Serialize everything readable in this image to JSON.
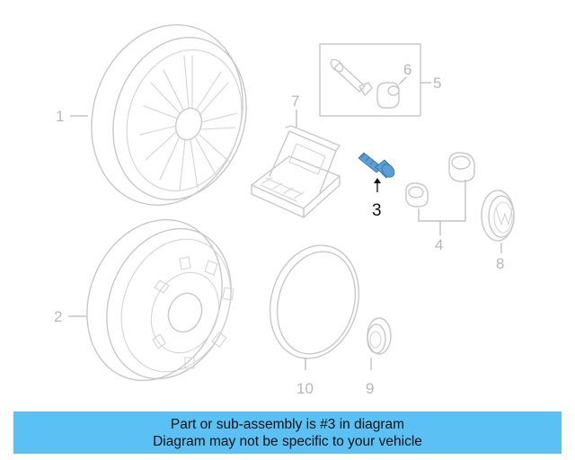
{
  "callouts": {
    "c1": "1",
    "c2": "2",
    "c3": "3",
    "c4": "4",
    "c5": "5",
    "c6": "6",
    "c7": "7",
    "c8": "8",
    "c9": "9",
    "c10": "10"
  },
  "highlight_color": "#5a9fd4",
  "banner": {
    "line1": "Part or sub-assembly is #3 in diagram",
    "line2": "Diagram may not be specific to your vehicle",
    "color": "#5bc0f4"
  }
}
